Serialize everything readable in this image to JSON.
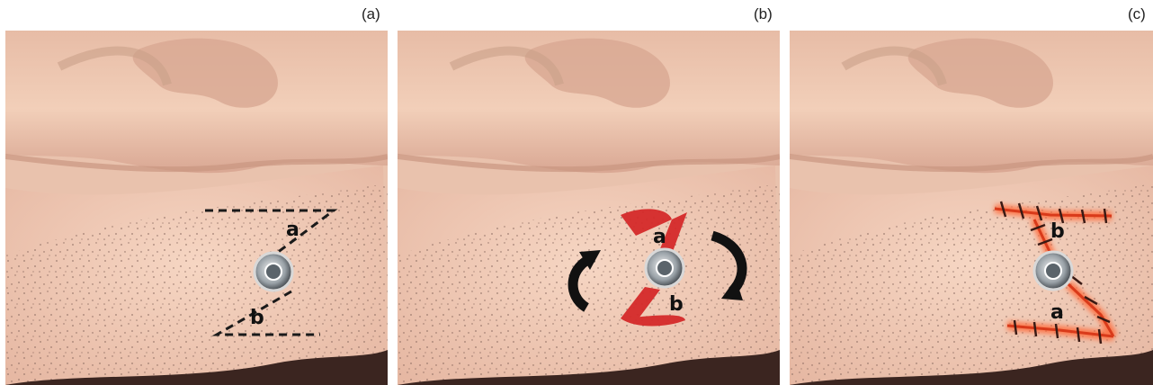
{
  "figure": {
    "panels": [
      {
        "id": "a",
        "label": "(a)",
        "letter_a": "a",
        "letter_b": "b"
      },
      {
        "id": "b",
        "label": "(b)",
        "letter_a": "a",
        "letter_b": "b"
      },
      {
        "id": "c",
        "label": "(c)",
        "letter_a": "a",
        "letter_b": "b"
      }
    ]
  },
  "colors": {
    "skin_light": "#efcbb4",
    "skin_dark": "#d9a793",
    "flap_red": "#d52a2a",
    "suture_glow": "#ff6a3a",
    "hair": "#3b2520"
  }
}
